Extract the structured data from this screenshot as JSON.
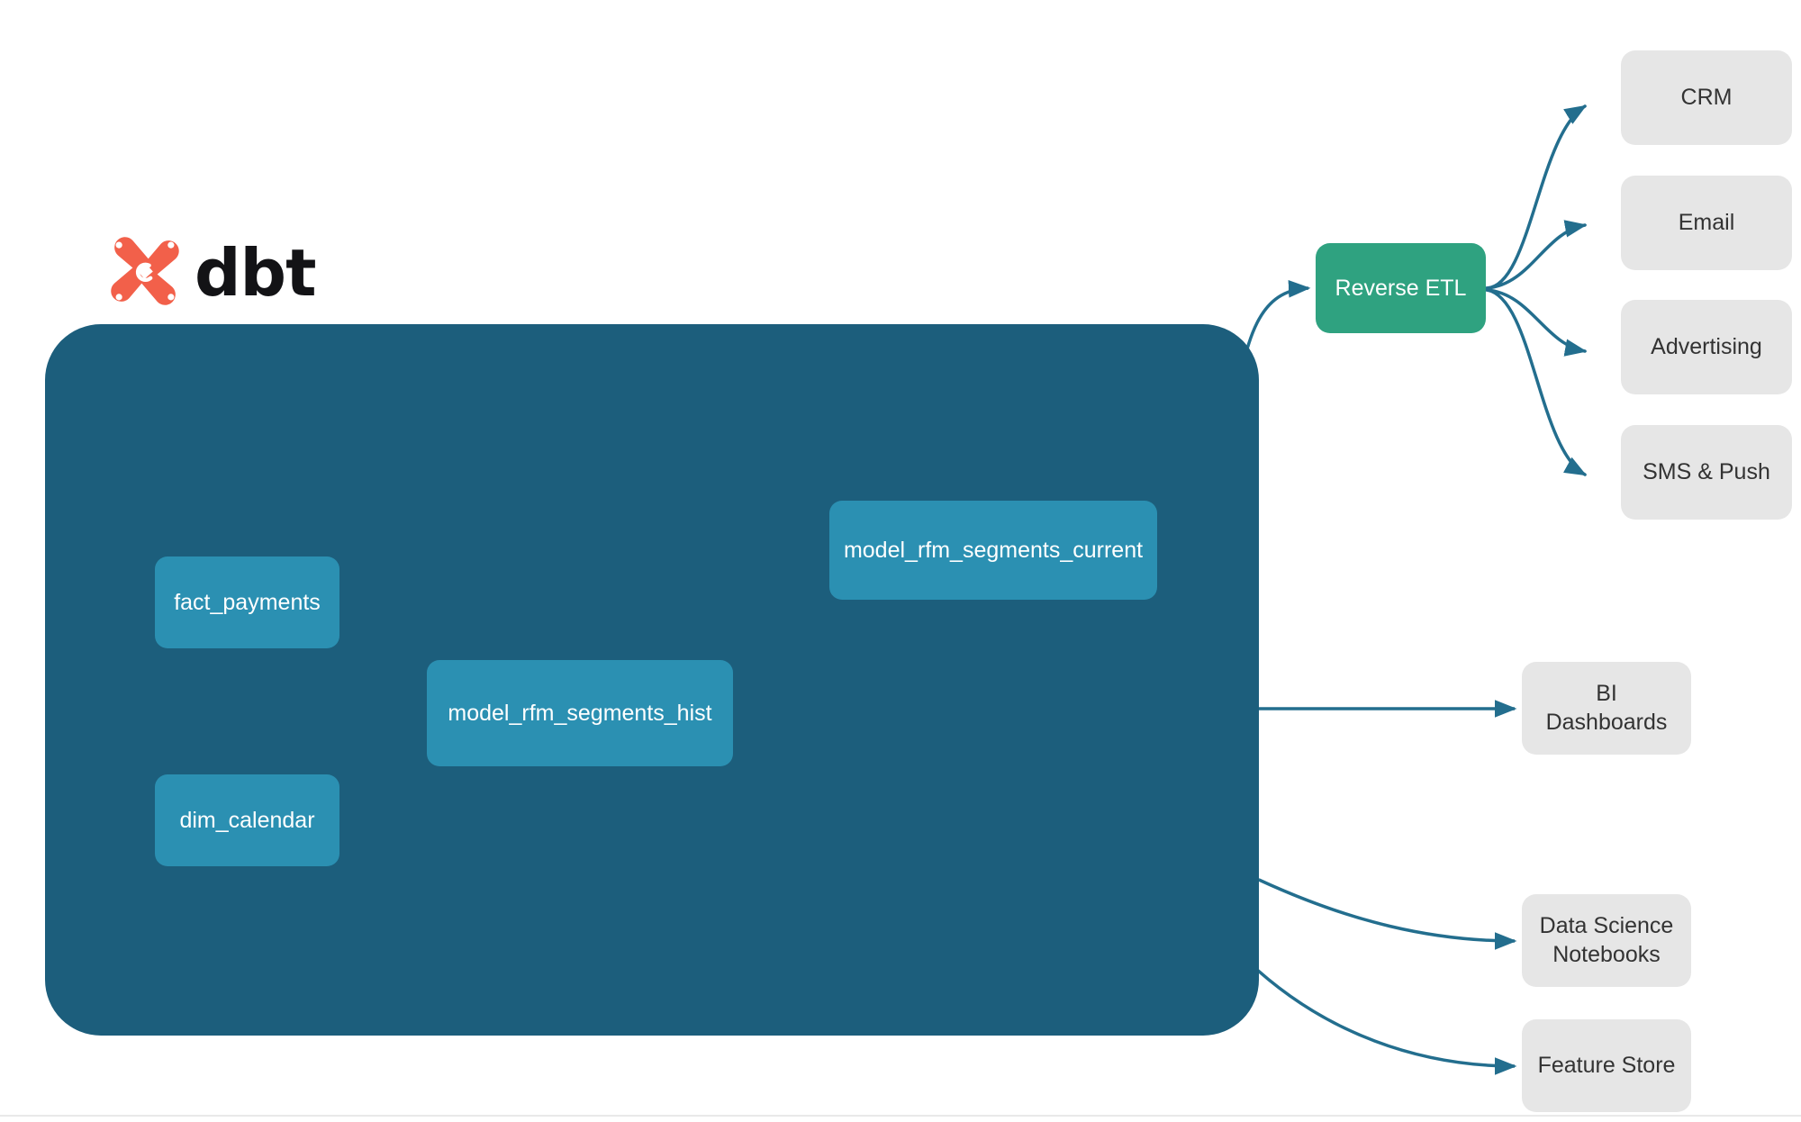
{
  "diagram": {
    "title": "dbt RFM segmentation lineage and activation",
    "brand": {
      "wordmark": "dbt",
      "logo_icon": "dbt-x-logo-icon",
      "logo_color": "#F2604A"
    },
    "colors": {
      "container": "#1C5E7C",
      "model_node": "#2B90B2",
      "reverse_etl_node": "#2FA280",
      "consumer_node": "#E6E6E6",
      "edge_outer": "#236E8E",
      "edge_inner": "#3F8FA8",
      "canvas": "#FFFFFF"
    },
    "container": {
      "name": "dbt-project-container"
    },
    "models": [
      {
        "id": "fact_payments",
        "label": "fact_payments"
      },
      {
        "id": "dim_calendar",
        "label": "dim_calendar"
      },
      {
        "id": "model_rfm_segments_hist",
        "label": "model_rfm_segments_hist"
      },
      {
        "id": "model_rfm_segments_current",
        "label": "model_rfm_segments_current"
      }
    ],
    "reverse_etl": {
      "id": "reverse_etl",
      "label": "Reverse ETL"
    },
    "activation_targets": [
      {
        "id": "crm",
        "label": "CRM"
      },
      {
        "id": "email",
        "label": "Email"
      },
      {
        "id": "advertising",
        "label": "Advertising"
      },
      {
        "id": "sms_push",
        "label": "SMS & Push"
      }
    ],
    "analytics_targets": [
      {
        "id": "bi_dashboards",
        "label": "BI Dashboards"
      },
      {
        "id": "ds_notebooks",
        "label": "Data Science\nNotebooks",
        "line1": "Data Science",
        "line2": "Notebooks"
      },
      {
        "id": "feature_store",
        "label": "Feature Store"
      }
    ],
    "edges": [
      {
        "from": "fact_payments",
        "to": "model_rfm_segments_hist",
        "style": "curve",
        "arrow": true
      },
      {
        "from": "dim_calendar",
        "to": "model_rfm_segments_hist",
        "style": "curve",
        "arrow": true
      },
      {
        "from": "model_rfm_segments_hist",
        "to": "model_rfm_segments_current",
        "style": "curve",
        "arrow": true
      },
      {
        "from": "model_rfm_segments_current",
        "to": "reverse_etl",
        "style": "curve",
        "arrow": true
      },
      {
        "from": "model_rfm_segments_hist",
        "to": "bi_dashboards",
        "style": "straight",
        "arrow": true
      },
      {
        "from": "model_rfm_segments_hist",
        "to": "ds_notebooks",
        "style": "curve",
        "arrow": true
      },
      {
        "from": "model_rfm_segments_hist",
        "to": "feature_store",
        "style": "curve",
        "arrow": true
      },
      {
        "from": "reverse_etl",
        "to": "crm",
        "style": "curve",
        "arrow": true
      },
      {
        "from": "reverse_etl",
        "to": "email",
        "style": "curve",
        "arrow": true
      },
      {
        "from": "reverse_etl",
        "to": "advertising",
        "style": "curve",
        "arrow": true
      },
      {
        "from": "reverse_etl",
        "to": "sms_push",
        "style": "curve",
        "arrow": true
      }
    ]
  }
}
